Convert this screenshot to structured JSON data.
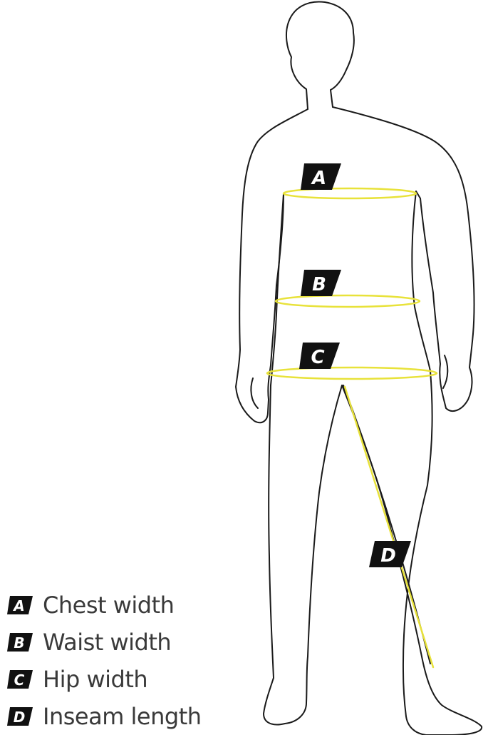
{
  "colors": {
    "outline": "#1a1a1a",
    "measure": "#e8e23a",
    "badge": "#111111",
    "legend_text": "#3a3a3a"
  },
  "markers": {
    "chest": "A",
    "waist": "B",
    "hip": "C",
    "inseam": "D"
  },
  "legend": [
    {
      "letter": "A",
      "label": "Chest width"
    },
    {
      "letter": "B",
      "label": "Waist width"
    },
    {
      "letter": "C",
      "label": "Hip width"
    },
    {
      "letter": "D",
      "label": "Inseam length"
    }
  ]
}
